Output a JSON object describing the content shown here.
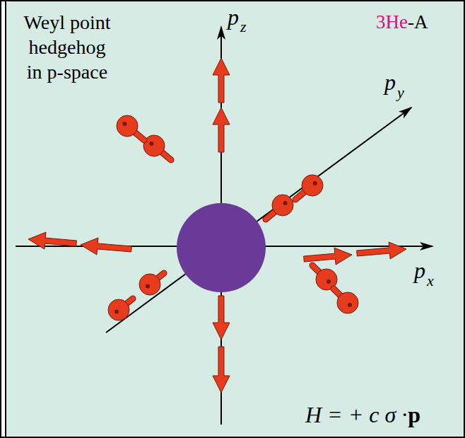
{
  "diagram": {
    "title": "Weyl point hedgehog in p-space",
    "labels": [
      "p",
      "z",
      "p",
      "y",
      "p",
      "x",
      "3He",
      "-A",
      "H = + c σ ·",
      "p"
    ]
  }
}
